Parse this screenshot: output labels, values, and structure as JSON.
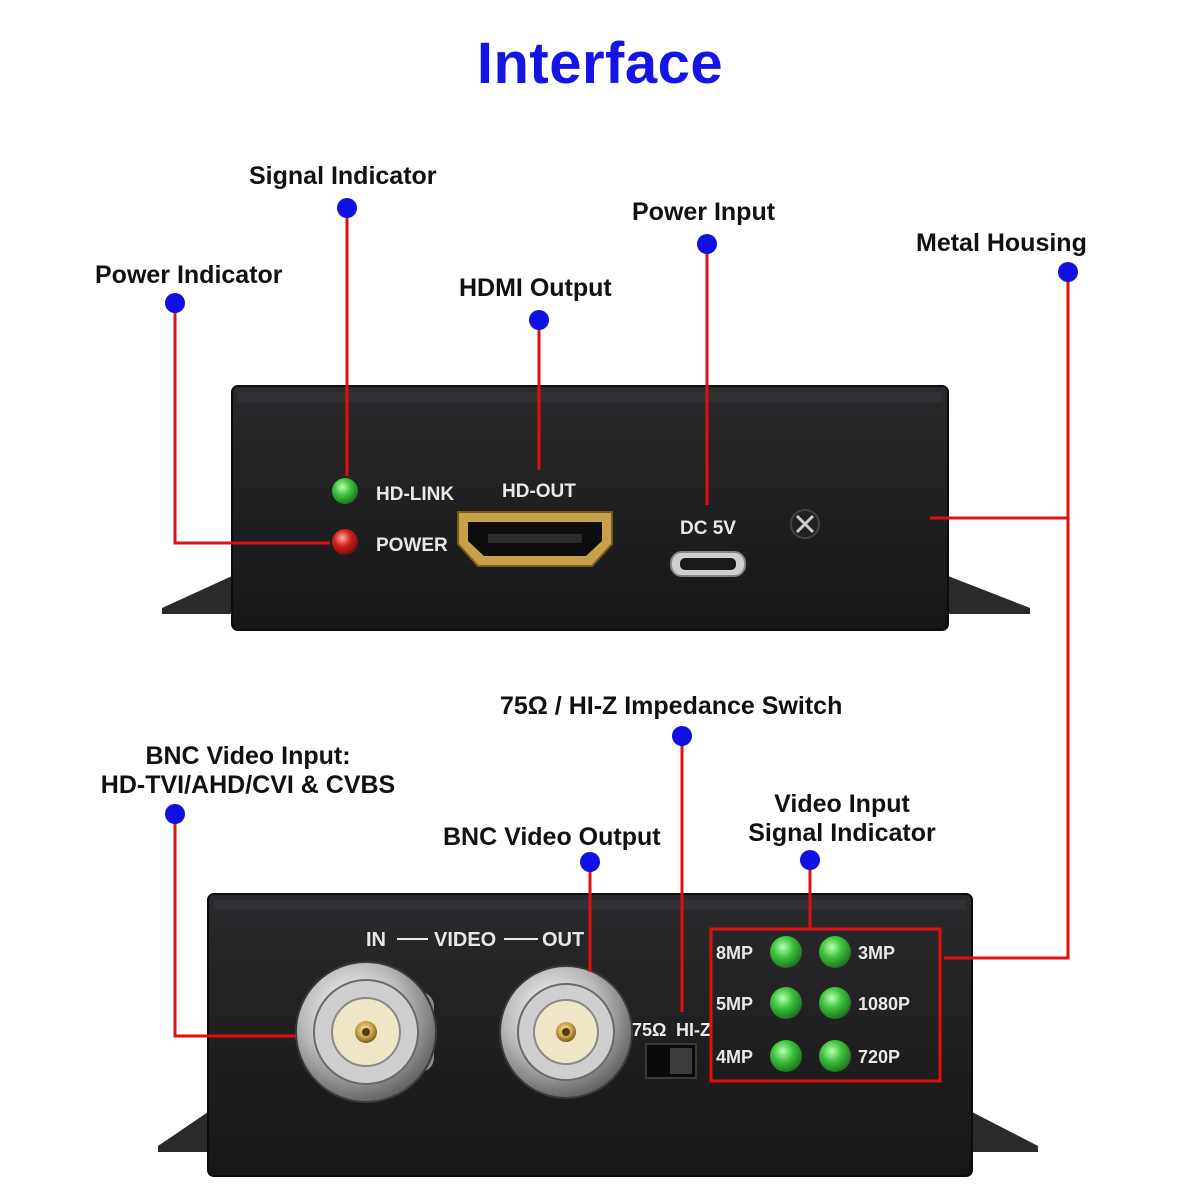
{
  "title": "Interface",
  "colors": {
    "title": "#1414e6",
    "callout_line": "#e01010",
    "callout_dot": "#1010e0",
    "housing": "#1b1b1d",
    "led_green": "#3ec43e",
    "led_red": "#d42020",
    "port_gold": "#c8a24a"
  },
  "callouts": {
    "signal_indicator": "Signal Indicator",
    "power_input": "Power Input",
    "metal_housing": "Metal Housing",
    "power_indicator": "Power Indicator",
    "hdmi_output": "HDMI Output",
    "impedance_switch": "75Ω / HI-Z Impedance Switch",
    "bnc_input_line1": "BNC Video Input:",
    "bnc_input_line2": "HD-TVI/AHD/CVI & CVBS",
    "bnc_output": "BNC Video Output",
    "video_indicator_line1": "Video Input",
    "video_indicator_line2": "Signal Indicator"
  },
  "front_panel": {
    "hd_link": "HD-LINK",
    "power": "POWER",
    "hd_out": "HD-OUT",
    "dc": "DC 5V"
  },
  "back_panel": {
    "in": "IN",
    "video": "VIDEO",
    "out": "OUT",
    "ohm75": "75Ω",
    "hiz": "HI-Z",
    "led_labels_left": [
      "8MP",
      "5MP",
      "4MP"
    ],
    "led_labels_right": [
      "3MP",
      "1080P",
      "720P"
    ]
  }
}
